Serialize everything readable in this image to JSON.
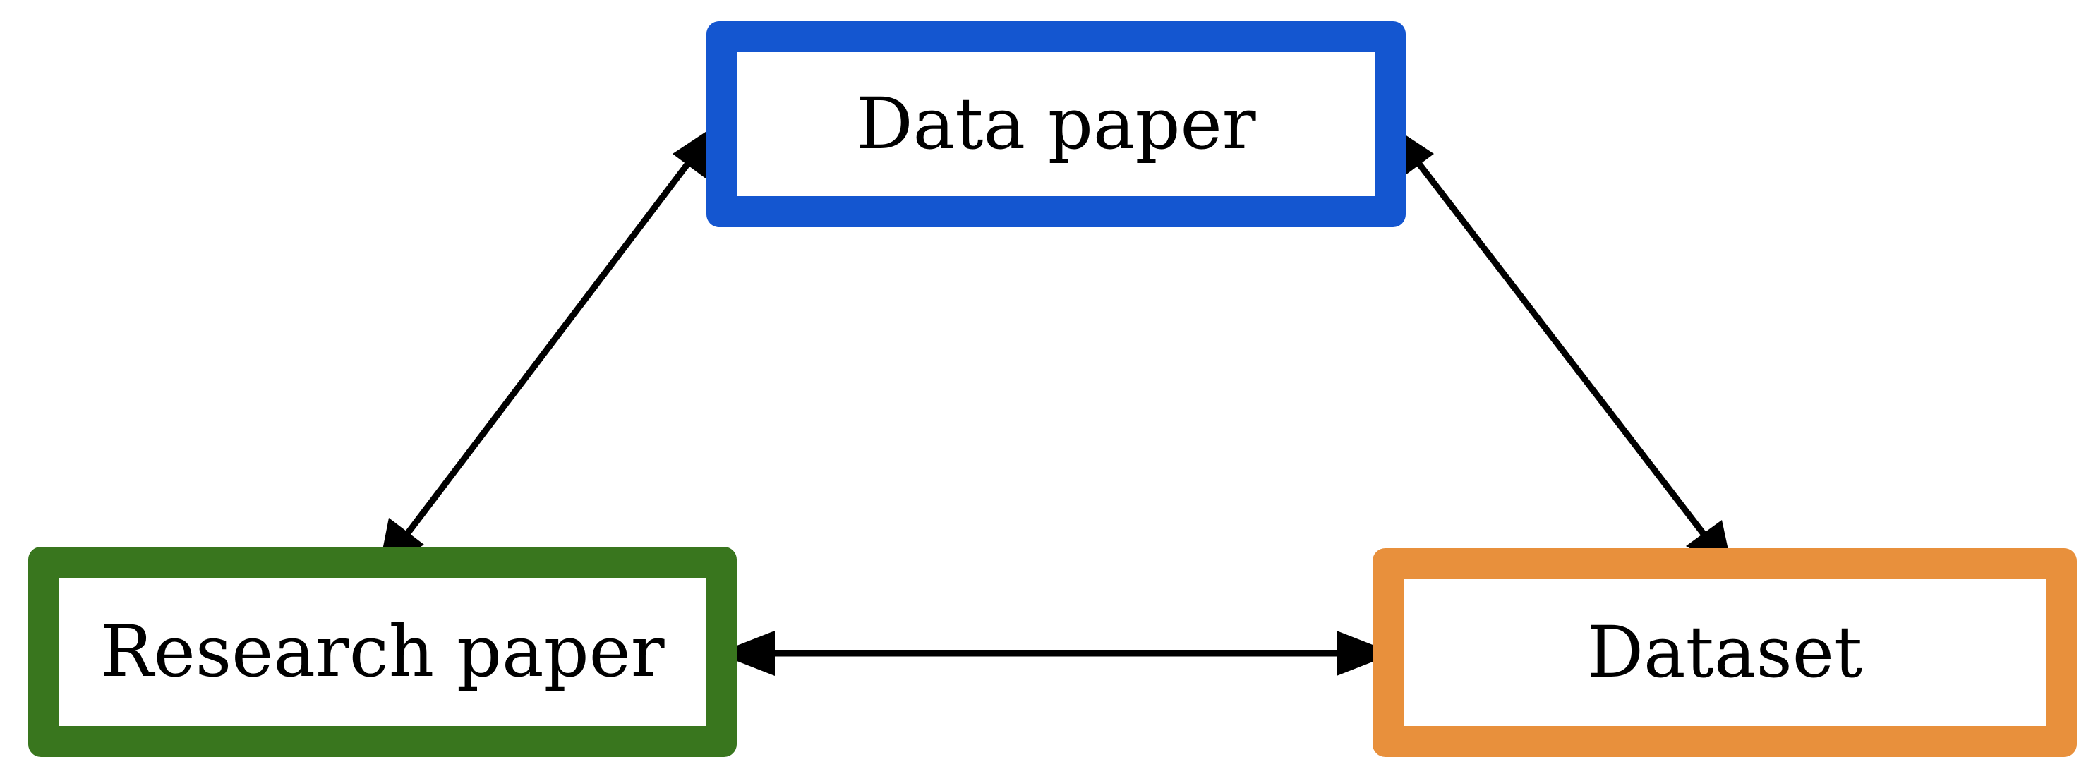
{
  "nodes": {
    "data_paper": {
      "label": "Data paper",
      "border_color": "#1456d0"
    },
    "research_paper": {
      "label": "Research paper",
      "border_color": "#39761e"
    },
    "dataset": {
      "label": "Dataset",
      "border_color": "#e8903c"
    }
  },
  "edges": [
    {
      "from": "data_paper",
      "to": "research_paper",
      "direction": "bidirectional"
    },
    {
      "from": "data_paper",
      "to": "dataset",
      "direction": "bidirectional"
    },
    {
      "from": "research_paper",
      "to": "dataset",
      "direction": "bidirectional"
    }
  ],
  "colors": {
    "arrow": "#000000",
    "background": "#ffffff"
  }
}
